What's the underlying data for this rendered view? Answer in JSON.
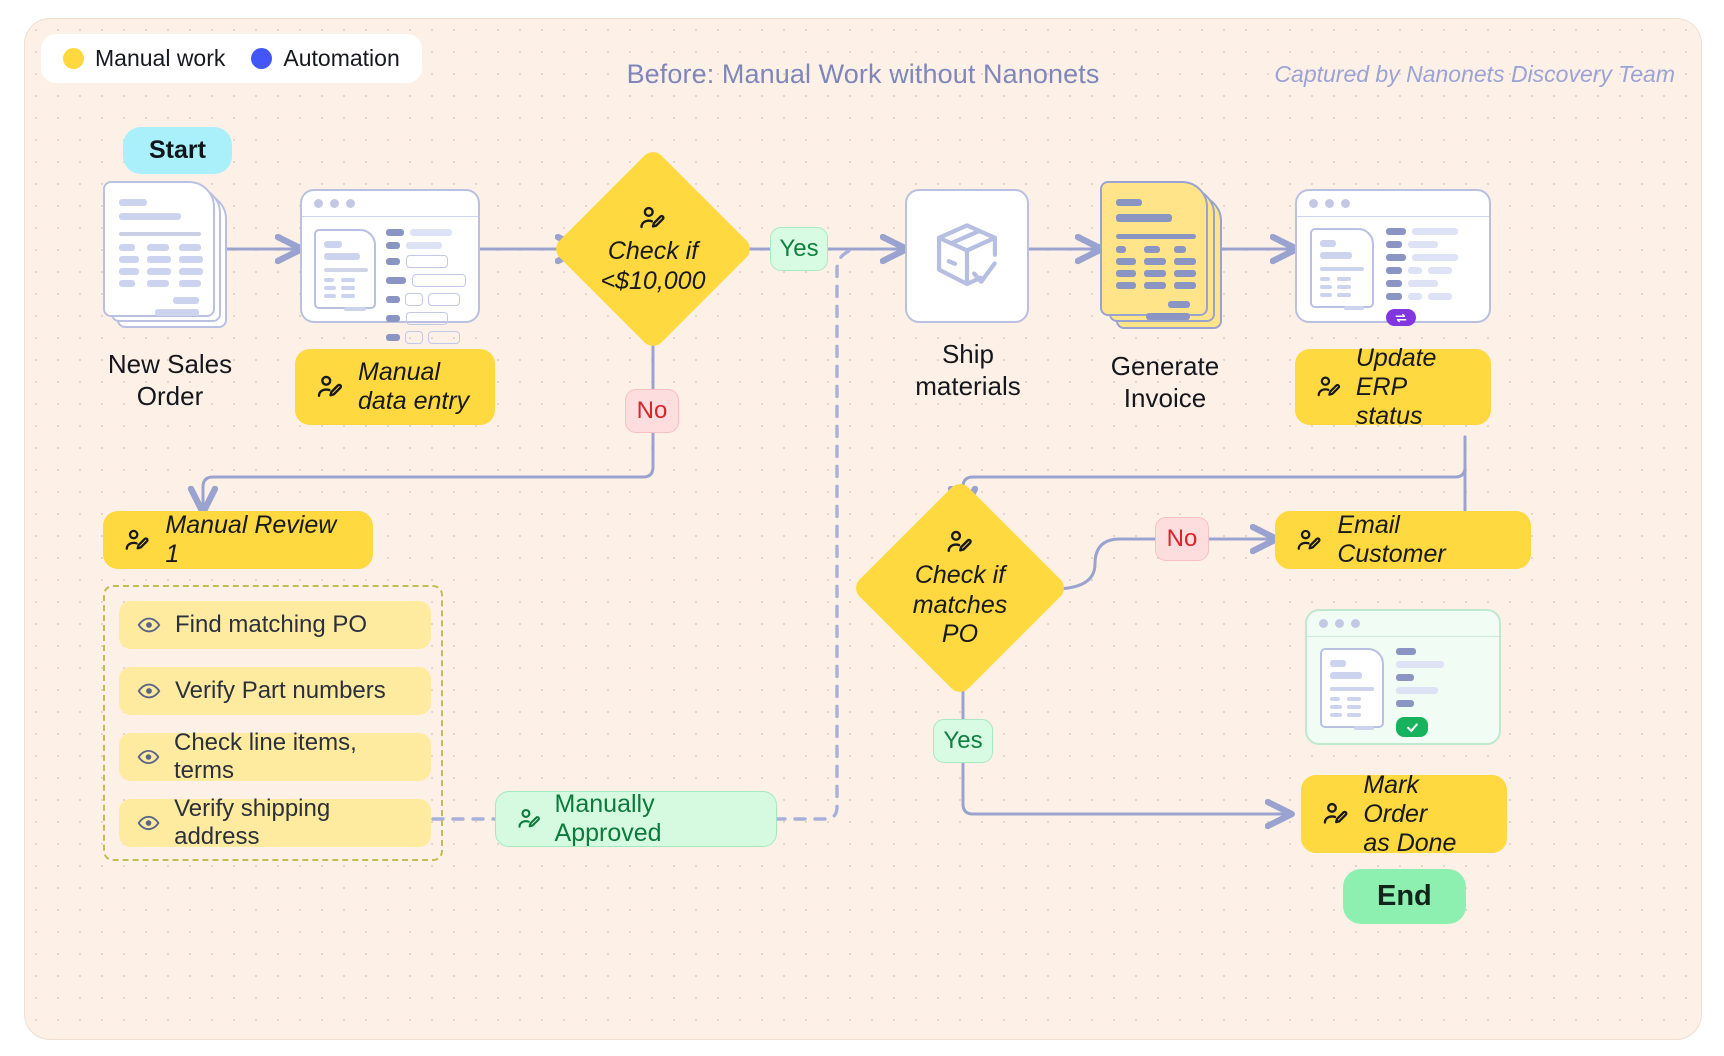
{
  "header": {
    "title": "Before: Manual Work without Nanonets",
    "attribution": "Captured by Nanonets Discovery Team"
  },
  "legend": {
    "items": [
      {
        "label": "Manual work",
        "color": "#ffd83d"
      },
      {
        "label": "Automation",
        "color": "#4257f5"
      }
    ]
  },
  "terminals": {
    "start": "Start",
    "end": "End"
  },
  "nodes": {
    "new_sales_order": {
      "caption_line1": "New Sales",
      "caption_line2": "Order"
    },
    "manual_data_entry": {
      "label_line1": "Manual",
      "label_line2": "data entry"
    },
    "check_amount": {
      "line1": "Check if",
      "line2": "<$10,000"
    },
    "ship_materials": {
      "caption_line1": "Ship",
      "caption_line2": "materials"
    },
    "generate_invoice": {
      "caption_line1": "Generate",
      "caption_line2": "Invoice"
    },
    "update_erp": {
      "label_line1": "Update",
      "label_line2": "ERP status"
    },
    "manual_review": {
      "label": "Manual Review 1"
    },
    "manually_approved": {
      "label": "Manually Approved"
    },
    "check_matches_po": {
      "line1": "Check if",
      "line2": "matches",
      "line3": "PO"
    },
    "email_customer": {
      "label": "Email Customer"
    },
    "mark_done": {
      "label_line1": "Mark Order",
      "label_line2": "as Done"
    }
  },
  "checklist": {
    "items": [
      "Find matching PO",
      "Verify Part numbers",
      "Check line items, terms",
      "Verify shipping address"
    ]
  },
  "edge_labels": {
    "amount_yes": "Yes",
    "amount_no": "No",
    "po_no": "No",
    "po_yes": "Yes"
  },
  "colors": {
    "manual": "#ffd93f",
    "automation": "#4257f5",
    "yes": "#11803f",
    "no": "#d7262c",
    "connector": "#9aa3cf",
    "canvas": "#fdf1e7"
  },
  "icons": {
    "person_edit": "person-edit-icon",
    "eye": "eye-icon",
    "sync": "sync-arrows-icon",
    "check": "check-icon",
    "box": "package-box-icon"
  }
}
